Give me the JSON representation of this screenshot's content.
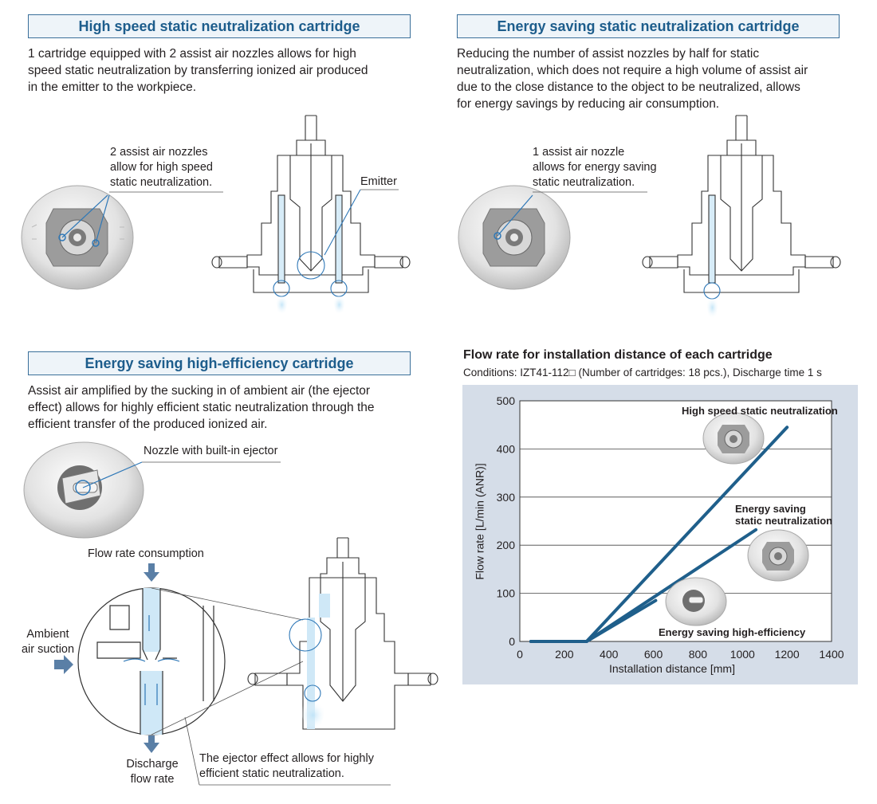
{
  "sections": {
    "high_speed": {
      "title": "High speed static neutralization cartridge",
      "text": [
        "1 cartridge equipped with 2 assist air nozzles allows for high",
        "speed static neutralization by transferring ionized air produced",
        "in the emitter to the workpiece."
      ],
      "callout": [
        "2 assist air nozzles",
        "allow for high speed",
        "static neutralization."
      ],
      "emitter_label": "Emitter"
    },
    "energy_saving": {
      "title": "Energy saving static neutralization cartridge",
      "text": [
        "Reducing the number of assist nozzles by half for static",
        "neutralization, which does not require a high volume of assist air",
        "due to the close distance to the object to be neutralized, allows",
        "for energy savings by reducing air consumption."
      ],
      "callout": [
        "1 assist air nozzle",
        "allows for energy saving",
        "static neutralization."
      ]
    },
    "high_efficiency": {
      "title": "Energy saving high-efficiency cartridge",
      "text": [
        "Assist air amplified by the sucking in of ambient air (the ejector",
        "effect) allows for highly efficient static neutralization through the",
        "efficient transfer of the produced ionized air."
      ],
      "callout": "Nozzle with built-in ejector",
      "flow_label": "Flow rate consumption",
      "ambient_label": [
        "Ambient",
        "air suction"
      ],
      "discharge_label": [
        "Discharge",
        "flow rate"
      ],
      "ejector_note": [
        "The ejector effect allows for highly",
        "efficient static neutralization."
      ]
    }
  },
  "chart_title": "Flow rate for installation distance of each cartridge",
  "chart_conditions": "Conditions: IZT41-112□ (Number of cartridges: 18 pcs.), Discharge time 1 s",
  "chart_data": {
    "type": "line",
    "xlabel": "Installation distance [mm]",
    "ylabel": "Flow rate [L/min (ANR)]",
    "xlim": [
      0,
      1400
    ],
    "ylim": [
      0,
      500
    ],
    "x_ticks": [
      "0",
      "200",
      "400",
      "600",
      "800",
      "1000",
      "1200",
      "1400"
    ],
    "y_ticks": [
      "0",
      "100",
      "200",
      "300",
      "400",
      "500"
    ],
    "grid": "horizontal",
    "series": [
      {
        "name": "High speed static neutralization",
        "points": [
          [
            50,
            0
          ],
          [
            300,
            0
          ],
          [
            1200,
            445
          ]
        ]
      },
      {
        "name": "Energy saving static neutralization",
        "points": [
          [
            50,
            0
          ],
          [
            300,
            0
          ],
          [
            1060,
            232
          ]
        ]
      },
      {
        "name": "Energy saving high-efficiency",
        "points": [
          [
            50,
            0
          ],
          [
            300,
            0
          ],
          [
            610,
            85
          ]
        ]
      }
    ],
    "series_labels": {
      "high_speed": "High speed static neutralization",
      "energy_saving": [
        "Energy saving",
        "static neutralization"
      ],
      "high_efficiency": "Energy saving high-efficiency"
    }
  },
  "colors": {
    "accent": "#1d5d8c",
    "series_line": "#1f5f8b",
    "chart_bg": "#d5dde8",
    "plot_bg": "#ffffff",
    "ionized_air": "#cfe8f7"
  },
  "icons": [
    "cartridge-photo",
    "cartridge-cross-section",
    "ejector-zoom-diagram",
    "arrow-down",
    "arrow-right"
  ]
}
